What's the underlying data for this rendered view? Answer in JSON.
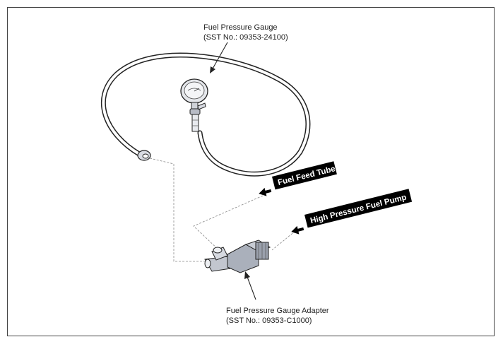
{
  "labels": {
    "gauge": {
      "name": "Fuel Pressure Gauge",
      "sst": "(SST No.: 09353-24100)"
    },
    "adapter": {
      "name": "Fuel Pressure Gauge Adapter",
      "sst": "(SST No.: 09353-C1000)"
    }
  },
  "callouts": {
    "feed_tube": "Fuel Feed Tube",
    "pump": "High Pressure Fuel Pump"
  },
  "colors": {
    "callout_bg": "#000000",
    "callout_text": "#ffffff",
    "line": "#222222",
    "hose": "#ffffff",
    "metal": "#b8bcc6"
  }
}
